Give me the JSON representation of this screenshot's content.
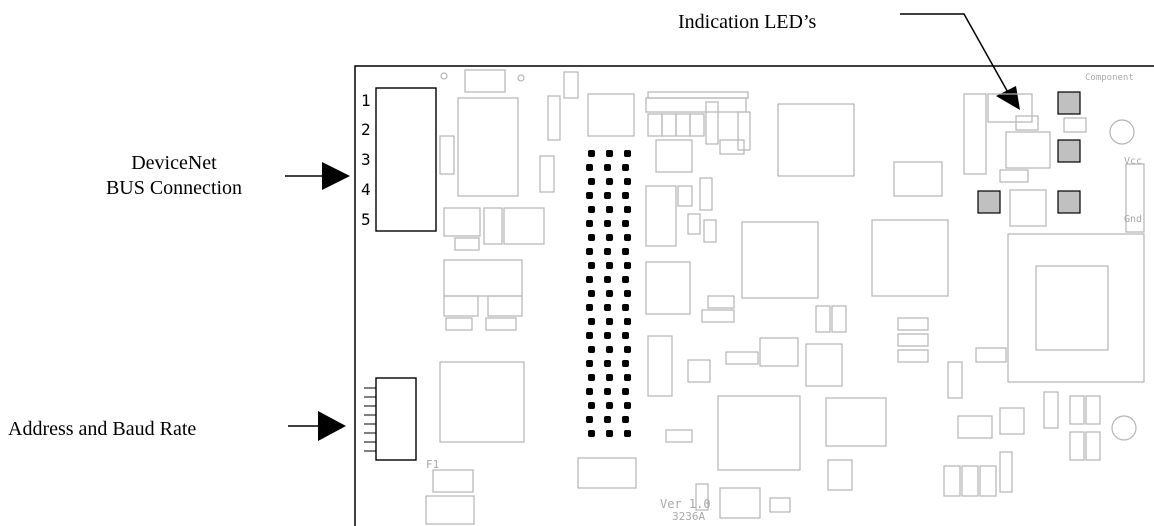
{
  "callouts": {
    "devicenet_line1": "DeviceNet",
    "devicenet_line2": "BUS Connection",
    "address_baud": "Address and Baud Rate",
    "indication_leds": "Indication LED’s"
  },
  "connector_pins": [
    "1",
    "2",
    "3",
    "4",
    "5"
  ],
  "silkscreen": {
    "version": "Ver 1.0",
    "board_id": "3236A",
    "component": "Component",
    "vcc": "Vcc",
    "gnd": "Gnd",
    "f1": "F1"
  },
  "colors": {
    "outline": "#000000",
    "silkscreen": "#b4b4b4",
    "led_fill": "#c0c0c0",
    "header_pins": "#000000"
  }
}
